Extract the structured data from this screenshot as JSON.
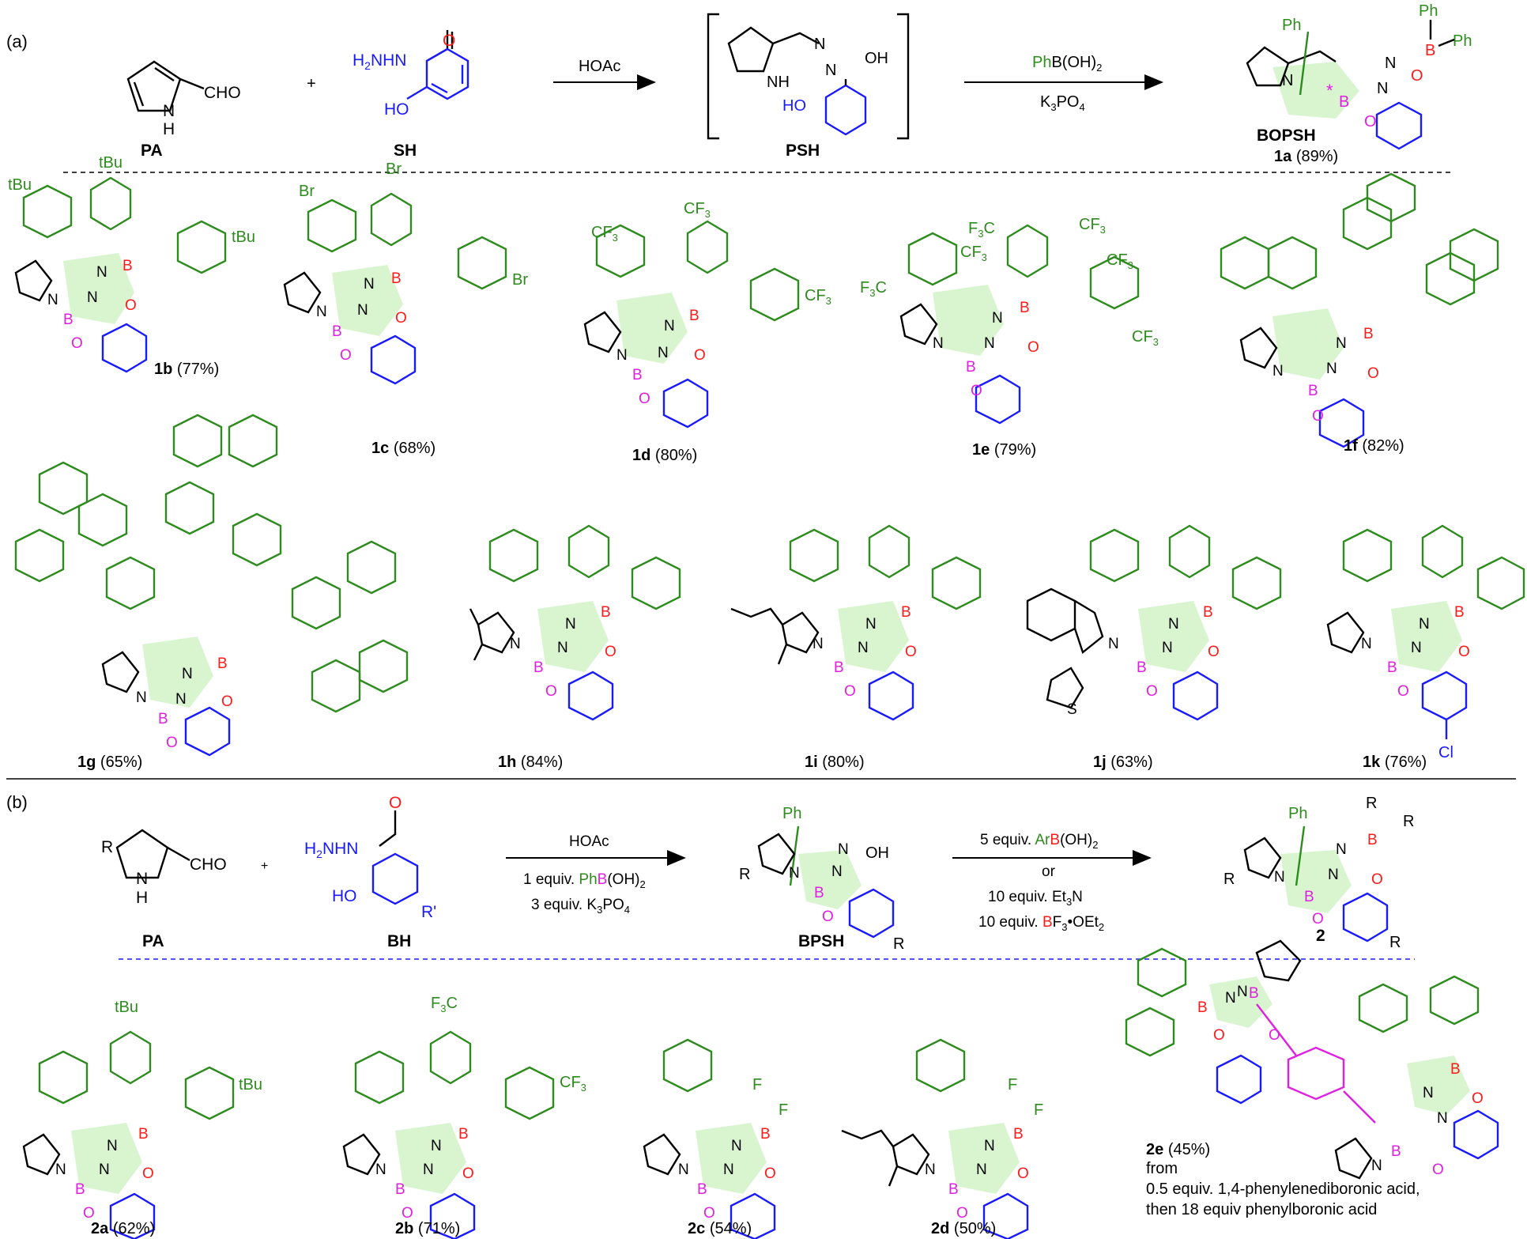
{
  "panel_a": {
    "label": "(a)",
    "reactants": {
      "pa_label": "PA",
      "pa_sub": "CHO",
      "pa_nh": "N",
      "pa_h": "H",
      "sh_label": "SH",
      "sh_prefix": "H2NHN",
      "sh_o": "O",
      "sh_ho": "HO",
      "plus": "+"
    },
    "arrow1": {
      "reagent": "HOAc"
    },
    "intermediate": {
      "label": "PSH",
      "nh": "NH",
      "n1": "N",
      "n2": "N",
      "oh": "OH",
      "ho": "HO"
    },
    "arrow2": {
      "reagent_top_ph": "Ph",
      "reagent_top_rest": "B(OH)2",
      "reagent_bottom": "K3PO4"
    },
    "product": {
      "name": "BOPSH",
      "id": "1a",
      "yield": "(89%)",
      "ph1": "Ph",
      "ph2": "Ph",
      "ph3": "Ph",
      "star": "*"
    }
  },
  "products_row1": [
    {
      "id": "1b",
      "yield": "(77%)",
      "subst": "tBu"
    },
    {
      "id": "1c",
      "yield": "(68%)",
      "subst": "Br"
    },
    {
      "id": "1d",
      "yield": "(80%)",
      "subst": "CF3"
    },
    {
      "id": "1e",
      "yield": "(79%)",
      "subst": "CF3"
    },
    {
      "id": "1f",
      "yield": "(82%)",
      "subst": ""
    }
  ],
  "products_row2": [
    {
      "id": "1g",
      "yield": "(65%)"
    },
    {
      "id": "1h",
      "yield": "(84%)"
    },
    {
      "id": "1i",
      "yield": "(80%)"
    },
    {
      "id": "1j",
      "yield": "(63%)",
      "hetero": "S"
    },
    {
      "id": "1k",
      "yield": "(76%)",
      "halogen": "Cl"
    }
  ],
  "panel_b": {
    "label": "(b)",
    "reactants": {
      "pa_label": "PA",
      "r": "R",
      "pa_sub": "CHO",
      "bh_label": "BH",
      "bh_prefix": "H2NHN",
      "bh_r": "R'",
      "plus": "+"
    },
    "arrow1": {
      "l1": "HOAc",
      "l2a": "1 equiv. ",
      "l2b": "Ph",
      "l2c": "B",
      "l2d": "(OH)2",
      "l3": "3 equiv. K3PO4"
    },
    "intermediate": {
      "label": "BPSH",
      "ph": "Ph",
      "oh": "OH",
      "r1": "R",
      "r2": "R"
    },
    "arrow2": {
      "l1a": "5 equiv. ",
      "l1b": "Ar",
      "l1c": "B",
      "l1d": "(OH)2",
      "l2": "or",
      "l3": "10 equiv. Et3N",
      "l4a": "10 equiv. ",
      "l4b": "B",
      "l4c": "F3•OEt2"
    },
    "product": {
      "id": "2",
      "ph": "Ph",
      "r1": "R",
      "r2": "R",
      "r3": "R",
      "r4": "R"
    }
  },
  "products_row3": [
    {
      "id": "2a",
      "yield": "(62%)",
      "subst": "tBu"
    },
    {
      "id": "2b",
      "yield": "(71%)",
      "subst": "CF3"
    },
    {
      "id": "2c",
      "yield": "(54%)",
      "subst": "F"
    },
    {
      "id": "2d",
      "yield": "(50%)",
      "subst": "F"
    },
    {
      "id": "2e",
      "yield": "(45%)",
      "note1": "from",
      "note2": "0.5 equiv. 1,4-phenylenediboronic acid,",
      "note3": "then 18 equiv phenylboronic acid"
    }
  ],
  "colors": {
    "aryl": "#2e8b1e",
    "salicyl": "#1a1aff",
    "boron_red": "#ff1a1a",
    "boron_pink": "#e020e0",
    "core_fill": "#d8f5d0"
  }
}
